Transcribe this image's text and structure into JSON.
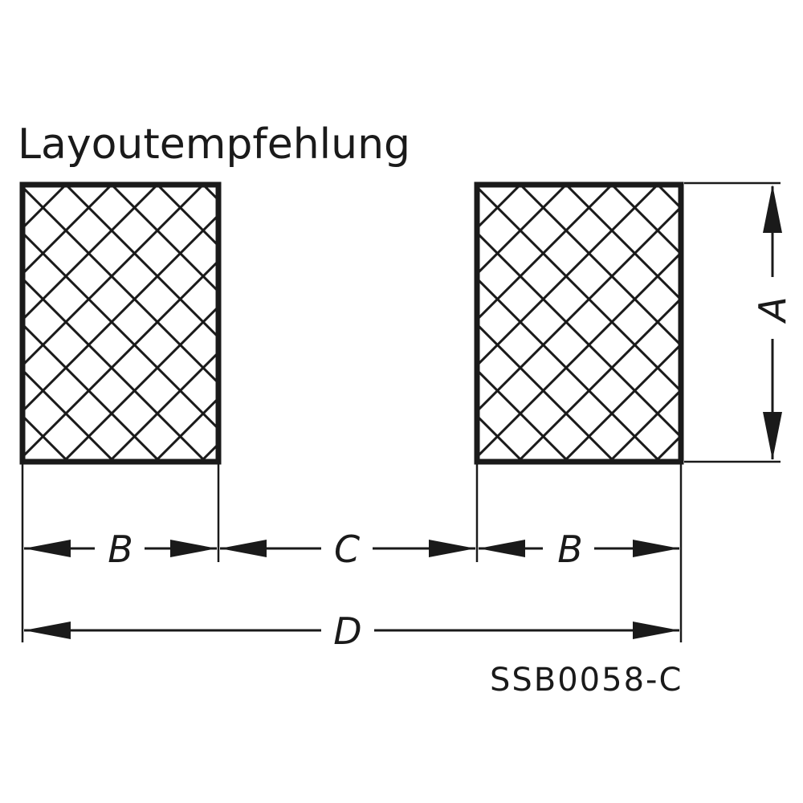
{
  "title": "Layoutempfehlung",
  "labels": {
    "a": "A",
    "b_left": "B",
    "c": "C",
    "b_right": "B",
    "d": "D"
  },
  "drawing_code": "SSB0058-C",
  "colors": {
    "ink": "#1a1a1a",
    "background": "#ffffff"
  }
}
